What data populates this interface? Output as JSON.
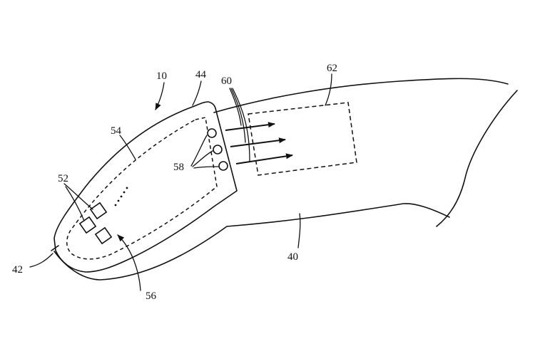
{
  "figure": {
    "reference_numerals": {
      "device": "10",
      "housing": "44",
      "emitters": "60",
      "target_region": "62",
      "inner_boundary": "54",
      "input_components": "52",
      "sensors": "58",
      "edge": "42",
      "electronics": "56",
      "finger": "40"
    },
    "colors": {
      "line": "#111111",
      "background": "#ffffff"
    }
  }
}
